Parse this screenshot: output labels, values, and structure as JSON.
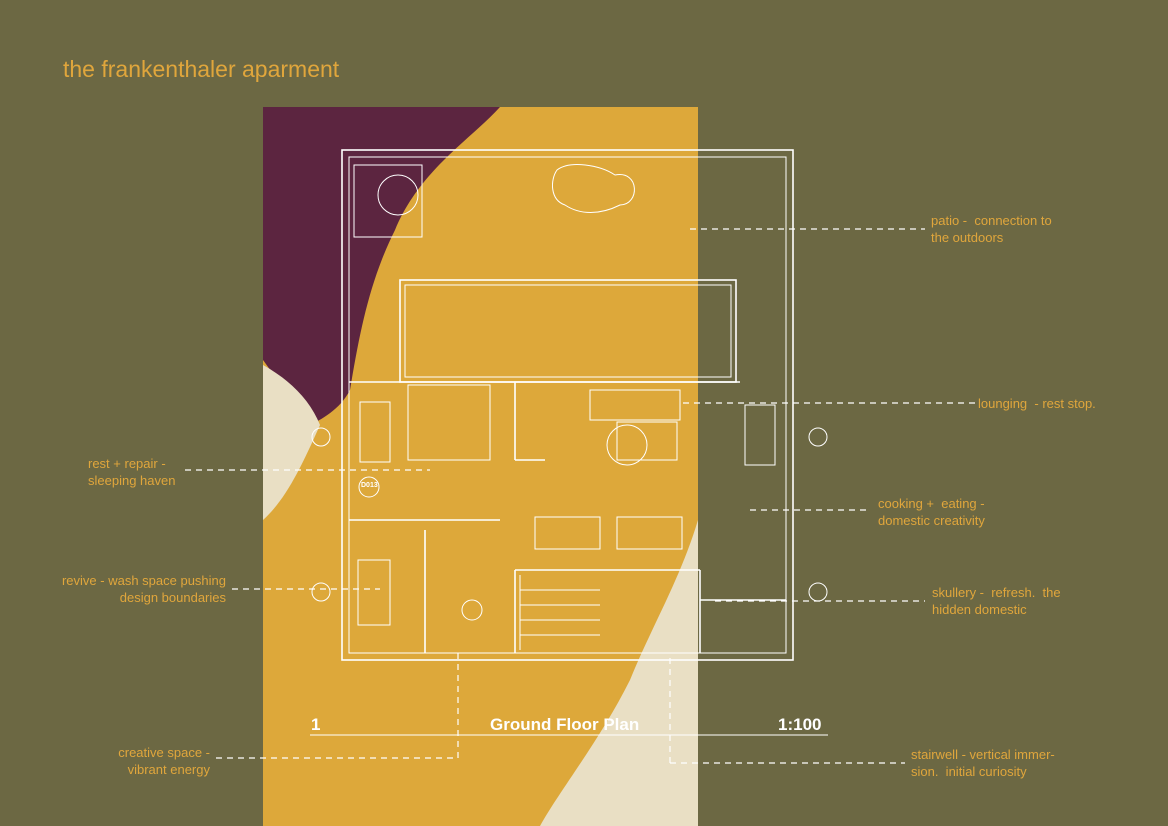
{
  "title": "the frankenthaler aparment",
  "plan": {
    "number": "1",
    "name": "Ground Floor Plan",
    "scale": "1:100",
    "door_tag": "D013"
  },
  "annotations": {
    "patio": [
      "patio -  connection to",
      "the outdoors"
    ],
    "lounging": [
      "lounging  - rest stop."
    ],
    "cooking": [
      "cooking +  eating -",
      "domestic creativity"
    ],
    "skullery": [
      "skullery -  refresh.  the",
      "hidden domestic"
    ],
    "stairwell": [
      "stairwell - vertical immer-",
      "sion.  initial curiosity"
    ],
    "rest": [
      "rest + repair -",
      "sleeping haven"
    ],
    "revive": [
      "revive - wash space pushing",
      "design boundaries"
    ],
    "creative": [
      "creative space -",
      "vibrant energy"
    ]
  },
  "colors": {
    "background": "#6c6843",
    "yellow": "#dda83a",
    "maroon": "#5c2540",
    "cream": "#e9dfc4",
    "text": "#e0a63c"
  }
}
